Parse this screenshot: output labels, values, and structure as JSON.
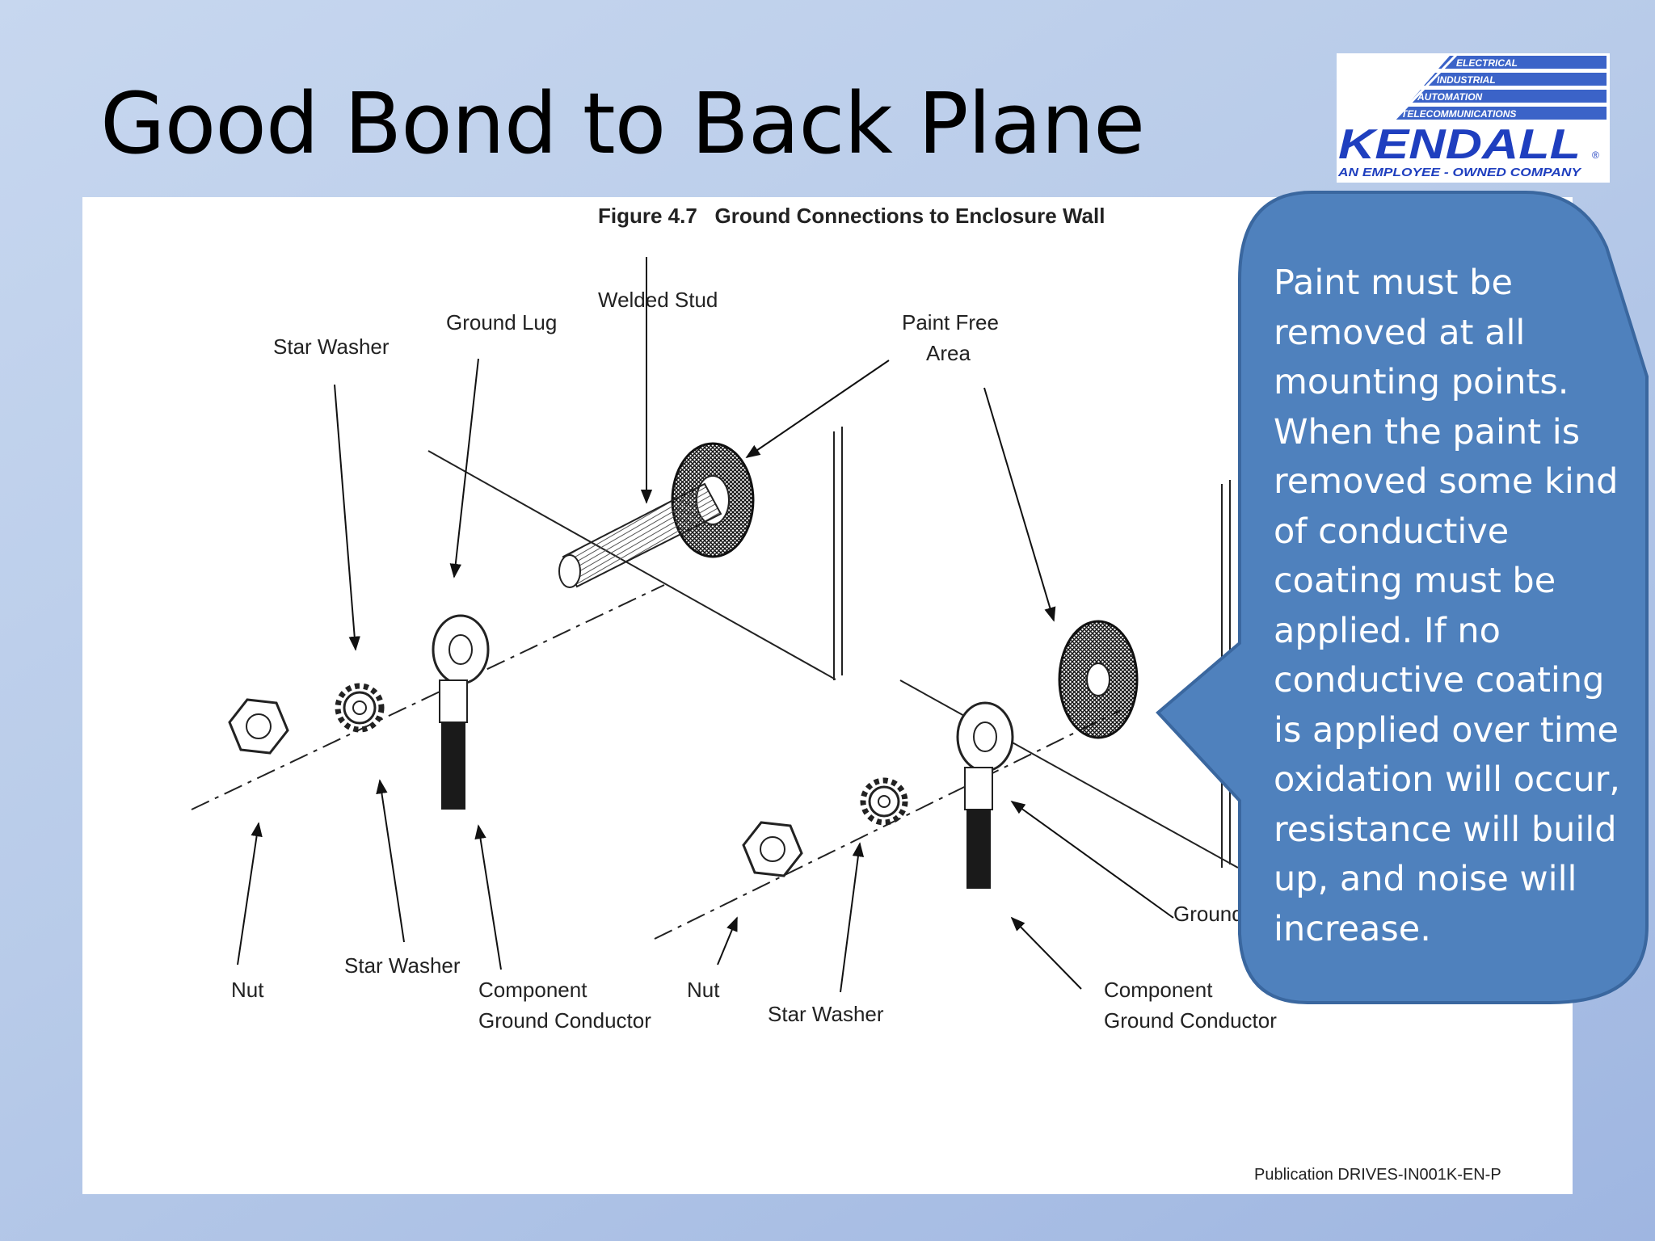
{
  "slide": {
    "title": "Good Bond to Back Plane"
  },
  "logo": {
    "lines": [
      "ELECTRICAL",
      "INDUSTRIAL",
      "AUTOMATION",
      "TELECOMMUNICATIONS"
    ],
    "brand": "KENDALL",
    "registered_mark": "®",
    "tagline": "AN EMPLOYEE - OWNED COMPANY",
    "colors": {
      "blue": "#1f3fbf",
      "stripe": "#3b63c8"
    }
  },
  "figure": {
    "caption": "Figure 4.7   Ground Connections to Enclosure Wall",
    "labels": {
      "welded_stud": "Welded Stud",
      "ground_lug": "Ground Lug",
      "star_washer_top": "Star Washer",
      "paint_free_line1": "Paint Free",
      "paint_free_line2": "Area",
      "nut_left": "Nut",
      "star_washer_left_bottom": "Star Washer",
      "component_left_line1": "Component",
      "component_left_line2": "Ground Conductor",
      "nut_right": "Nut",
      "star_washer_right_bottom": "Star Washer",
      "component_right_line1": "Component",
      "component_right_line2": "Ground Conductor",
      "ground_partial": "Ground"
    },
    "publication": "Publication DRIVES-IN001K-EN-P"
  },
  "callout": {
    "text": "Paint must be removed at all mounting points. When the paint is removed some kind of conductive coating must be applied. If no conductive coating is applied over time oxidation will occur, resistance will build up, and noise will increase.",
    "fill_color": "#4f81bd",
    "border_color": "#3a679f"
  }
}
